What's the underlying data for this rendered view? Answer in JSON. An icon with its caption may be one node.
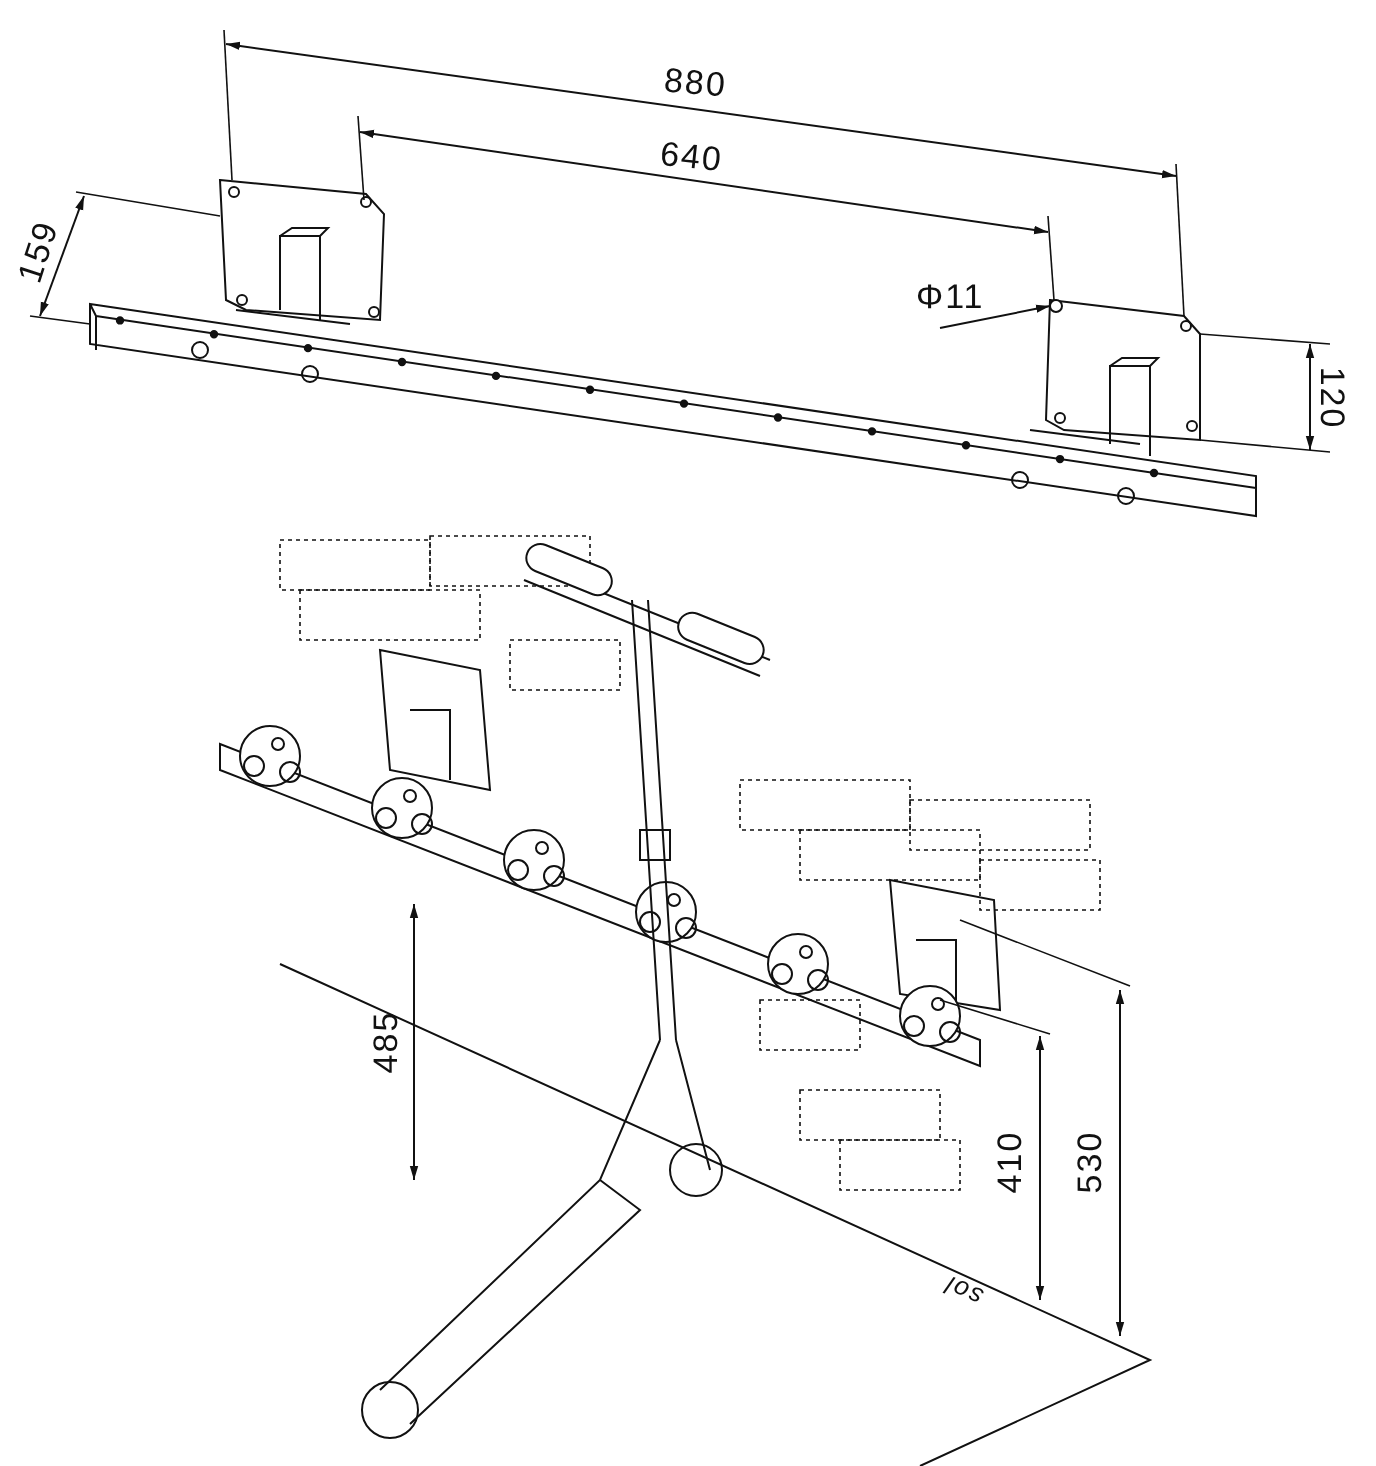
{
  "diagram": {
    "nodes": [
      {
        "text": [
          "Φ11"
        ]
      },
      {
        "text": [],
        "shape": "circle"
      }
    ],
    "edges": [
      {
        "from": 0,
        "to": 1,
        "arrow": "to"
      }
    ],
    "labels": [
      "880",
      "640",
      "159",
      "120",
      "485",
      "410",
      "530",
      "sol"
    ]
  }
}
